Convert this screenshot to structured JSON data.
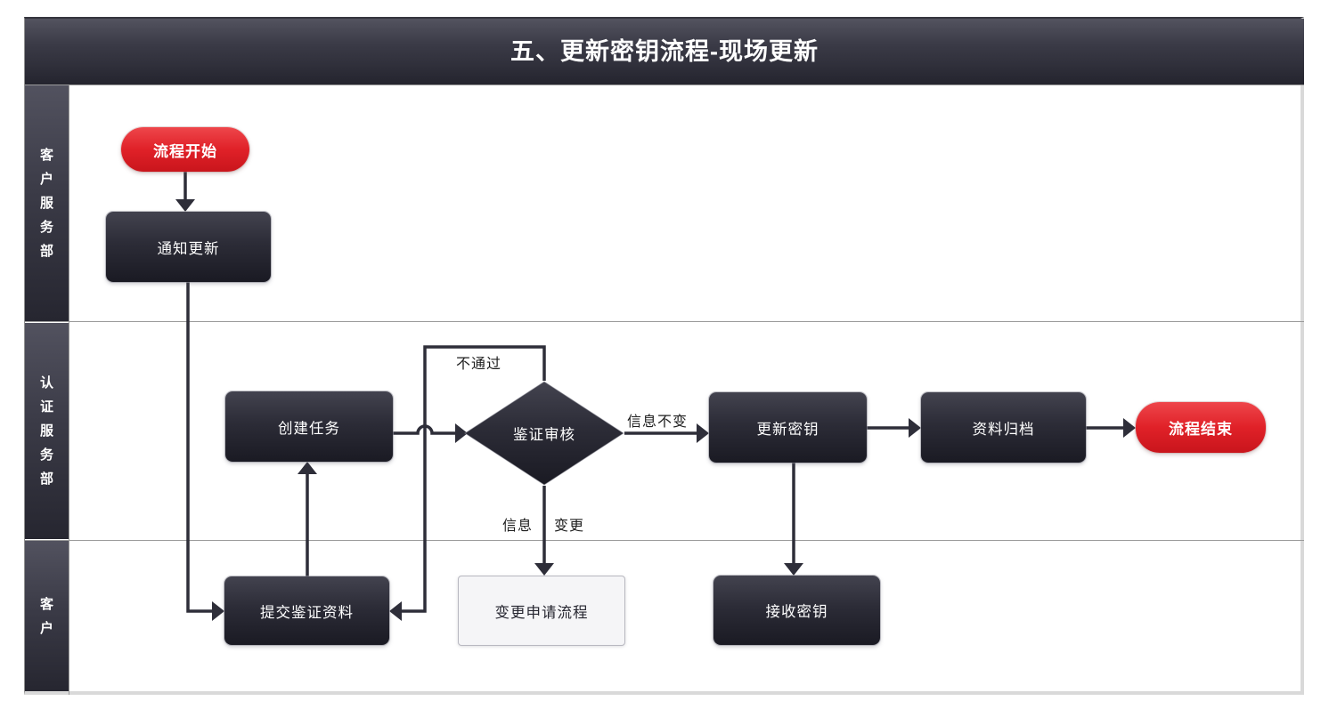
{
  "title": "五、更新密钥流程-现场更新",
  "lanes": [
    {
      "label": "客户服务部"
    },
    {
      "label": "认证服务部"
    },
    {
      "label": "客户"
    }
  ],
  "nodes": {
    "start": "流程开始",
    "notify_update": "通知更新",
    "create_task": "创建任务",
    "review_decision": "鉴证审核",
    "update_key": "更新密钥",
    "archive": "资料归档",
    "end": "流程结束",
    "submit_materials": "提交鉴证资料",
    "change_request_process": "变更申请流程",
    "receive_key": "接收密钥"
  },
  "edge_labels": {
    "not_pass": "不通过",
    "info_unchanged": "信息不变",
    "info_changed_left": "信息",
    "info_changed_right": "变更"
  },
  "colors": {
    "accent-red": "#e02128",
    "node-dark": "#2c2c37",
    "header-dark": "#30303b",
    "lane-border": "#9b9b9b",
    "connector": "#2e2e39"
  }
}
